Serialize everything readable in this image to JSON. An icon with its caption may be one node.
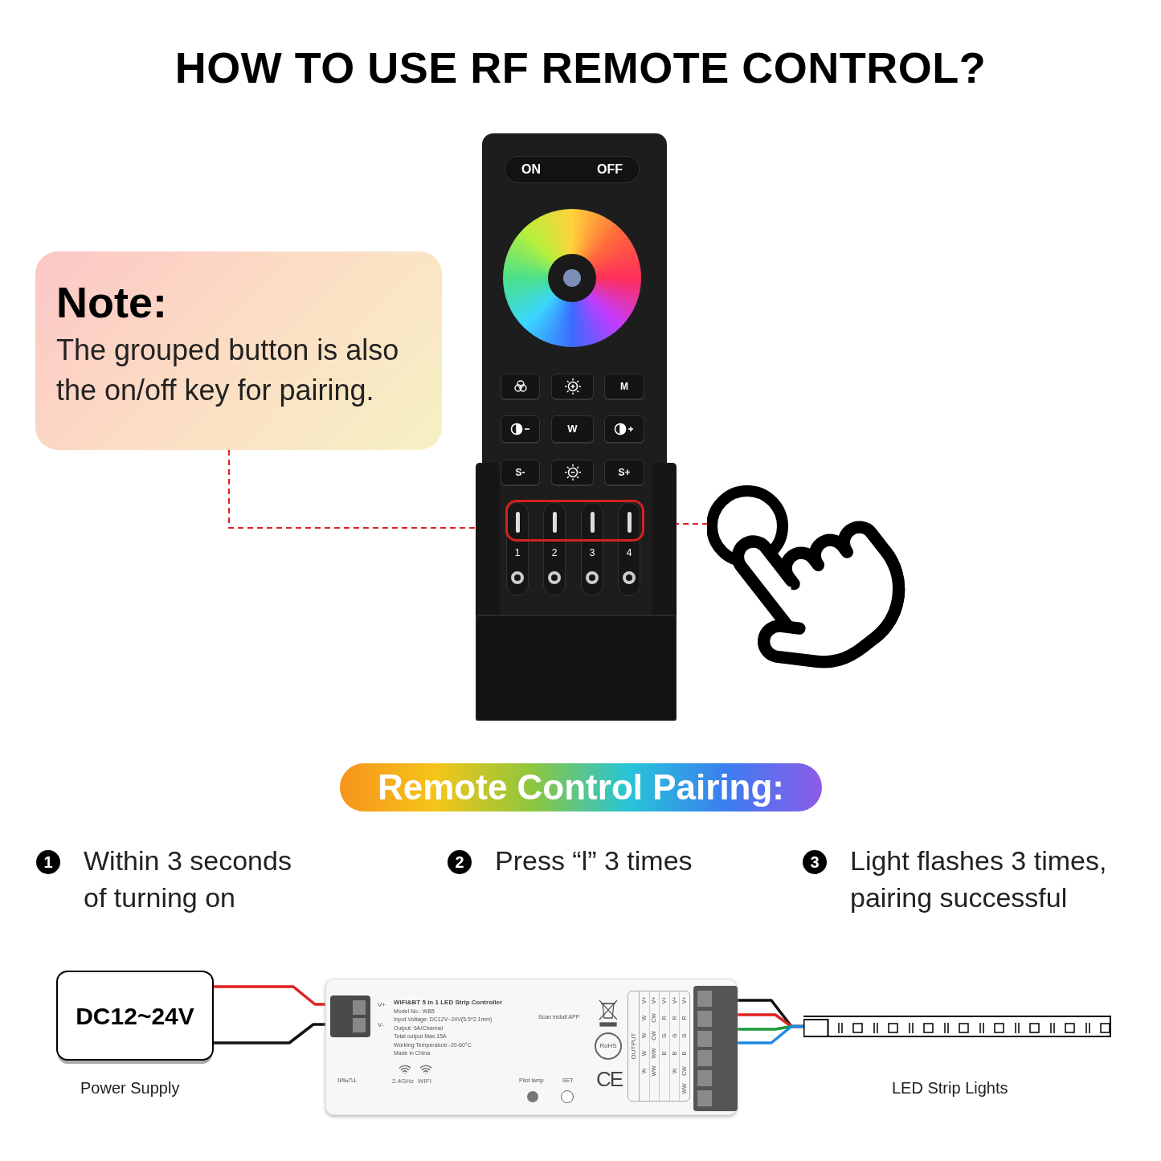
{
  "diagram": {
    "title": "HOW TO USE RF REMOTE CONTROL?",
    "nodes": [
      {
        "text": [
          "Note:",
          "The grouped button is also the on/off key for pairing."
        ]
      },
      {
        "text": [],
        "shape": "picture"
      },
      {
        "text": [],
        "shape": "box",
        "in": 1
      },
      {
        "text": [],
        "shape": "picture"
      },
      {
        "text": [
          "Remote Control Pairing:"
        ]
      },
      {
        "text": [
          "DC12~24V"
        ],
        "beside": [
          "Power Supply"
        ]
      },
      {
        "text": [
          "WiFi&BT  5 in 1  LED Strip Controller",
          "Model No.: WB5",
          "Input Voltage: DC12V~24V(5.5*2.1mm)",
          "Output: 6A/Channel",
          "Total output Max.15A",
          "Working Temperature:-20-60°C",
          "Made in China",
          "V+",
          "V-",
          "INPUT",
          "2.4GHz",
          "WIFI",
          "Scan install APP",
          "Pilot lamp",
          "SET",
          "RoHS",
          "CE",
          "OUTPUT"
        ]
      },
      {
        "text": [],
        "shape": "bar",
        "beside": [
          "LED Strip Lights"
        ]
      }
    ],
    "edges": [
      {
        "from": 0,
        "to": 2,
        "arrow": "none",
        "style": "dashed",
        "color": "#e02020"
      },
      {
        "from": 2,
        "to": 3,
        "arrow": "none",
        "style": "dashed",
        "color": "#e02020"
      },
      {
        "from": 5,
        "to": 6,
        "arrow": "none",
        "color": "#e02020"
      },
      {
        "from": 5,
        "to": 6,
        "arrow": "none",
        "color": "#111111"
      },
      {
        "from": 6,
        "to": 7,
        "arrow": "none",
        "color": "#111111"
      },
      {
        "from": 6,
        "to": 7,
        "arrow": "none",
        "color": "#e02020"
      },
      {
        "from": 6,
        "to": 7,
        "arrow": "none",
        "color": "#1a9a3a"
      },
      {
        "from": 6,
        "to": 7,
        "arrow": "none",
        "color": "#1e88e5"
      }
    ],
    "labels": [
      "ON",
      "OFF",
      "M",
      "W",
      "S-",
      "S+",
      "1",
      "2",
      "3",
      "4",
      "1",
      "Within 3 seconds of turning on",
      "2",
      "Press “l” 3 times",
      "3",
      "Light flashes 3 times, pairing successful",
      "W",
      "W",
      "W",
      "W",
      "V+",
      "WW",
      "WW",
      "CW",
      "CW",
      "V+",
      "B",
      "G",
      "R",
      "V+",
      "W",
      "B",
      "G",
      "R",
      "V+",
      "WW",
      "CW",
      "B",
      "G",
      "R",
      "V+"
    ]
  }
}
